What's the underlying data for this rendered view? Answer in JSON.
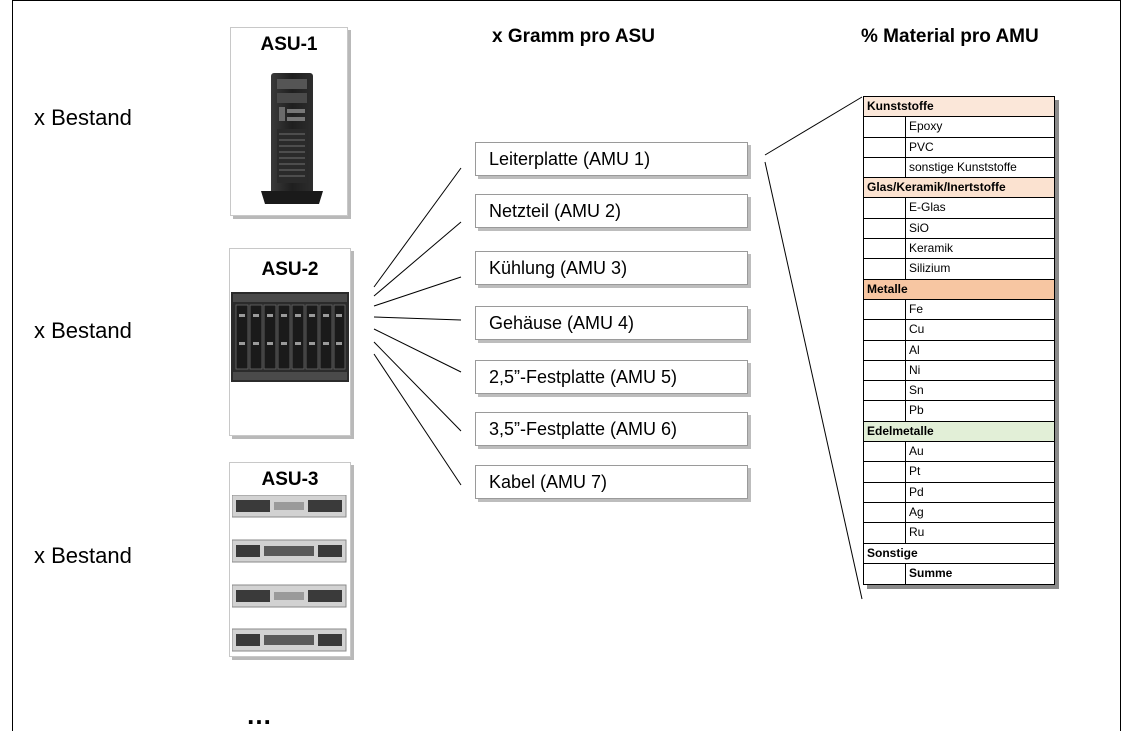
{
  "headers": {
    "gramm": "x Gramm pro ASU",
    "material": "% Material pro AMU"
  },
  "bestand": [
    "x Bestand",
    "x Bestand",
    "x Bestand"
  ],
  "asu": [
    {
      "title": "ASU-1",
      "image": "tower-server-icon"
    },
    {
      "title": "ASU-2",
      "image": "blade-chassis-icon"
    },
    {
      "title": "ASU-3",
      "image": "rack-servers-icon"
    }
  ],
  "amu": [
    "Leiterplatte (AMU 1)",
    "Netzteil (AMU 2)",
    "Kühlung (AMU 3)",
    "Gehäuse (AMU 4)",
    "2,5”-Festplatte (AMU 5)",
    "3,5”-Festplatte (AMU 6)",
    "Kabel (AMU 7)"
  ],
  "ellipsis": "…",
  "material_table": {
    "groups": [
      {
        "name": "Kunststoffe",
        "items": [
          "Epoxy",
          "PVC",
          "sonstige Kunststoffe"
        ]
      },
      {
        "name": "Glas/Keramik/Inertstoffe",
        "items": [
          "E-Glas",
          "SiO",
          "Keramik",
          "Silizium"
        ]
      },
      {
        "name": "Metalle",
        "items": [
          "Fe",
          "Cu",
          "Al",
          "Ni",
          "Sn",
          "Pb"
        ]
      },
      {
        "name": "Edelmetalle",
        "items": [
          "Au",
          "Pt",
          "Pd",
          "Ag",
          "Ru"
        ]
      },
      {
        "name": "Sonstige",
        "items": []
      }
    ],
    "summe": "Summe"
  },
  "colors": {
    "kunststoffe": "#fbe7d9",
    "glas": "#fbe2d0",
    "metalle": "#f7c6a2",
    "edelmetalle": "#e2efd7"
  }
}
